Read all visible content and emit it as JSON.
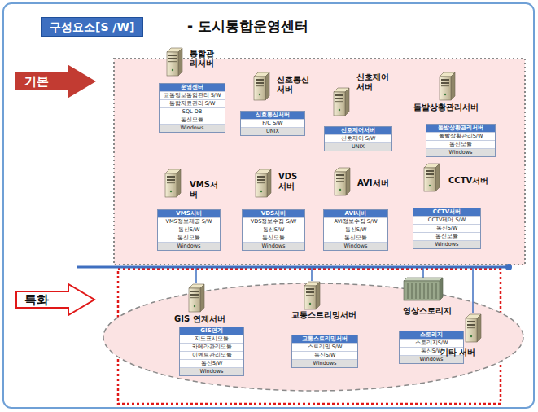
{
  "diagram": {
    "title": "- 도시통합운영센터",
    "nodes": [
      {
        "text": [
          "구성요소[S /W]"
        ]
      },
      {
        "text": [
          "기본"
        ]
      },
      {
        "text": [
          "통합관리서버",
          "운영센터",
          "교통정보통합관리 S/W",
          "통합자료관리 S/W",
          "SQL DB",
          "통신모듈",
          "Windows"
        ]
      },
      {
        "text": [
          "신호통신서버",
          "신호통신서버",
          "F/C S/W",
          "UNIX"
        ]
      },
      {
        "text": [
          "신호제어서버",
          "신호제어서버",
          "신호제어 S/W",
          "UNIX"
        ]
      },
      {
        "text": [
          "돌발상황관리서버",
          "돌발상황관리서버",
          "돌발상황관리S/W",
          "통신모듈",
          "Windows"
        ]
      },
      {
        "text": [
          "VMS서버",
          "VMS서버",
          "VMS정보제공 S/W",
          "통신S/W",
          "통신모듈",
          "Windows"
        ]
      },
      {
        "text": [
          "VDS서버",
          "VDS서버",
          "VDS정보수집 S/W",
          "통신S/W",
          "통신모듈",
          "Windows"
        ]
      },
      {
        "text": [
          "AVI서버",
          "AVI서버",
          "AVI정보수집 S/W",
          "통신S/W",
          "통신모듈",
          "Windows"
        ]
      },
      {
        "text": [
          "CCTV서버",
          "CCTV서버",
          "CCTV제어 S/W",
          "통신S/W",
          "통신모듈",
          "Windows"
        ]
      },
      {
        "text": [
          "특화"
        ]
      },
      {
        "text": [
          "GIS 연계서버",
          "GIS연계",
          "지도표시모듈",
          "카메라관리모듈",
          "이벤트관리모듈",
          "통신S/W",
          "Windows"
        ]
      },
      {
        "text": [
          "교통스트리밍서버",
          "교통스트리밍서버",
          "스트리밍 S/W",
          "통신S/W",
          "Windows"
        ]
      },
      {
        "text": [
          "영상스토리지",
          "스토리지",
          "스토리지S/W",
          "통신S/W",
          "Windows"
        ]
      },
      {
        "text": [
          "기타 서버"
        ]
      }
    ]
  }
}
